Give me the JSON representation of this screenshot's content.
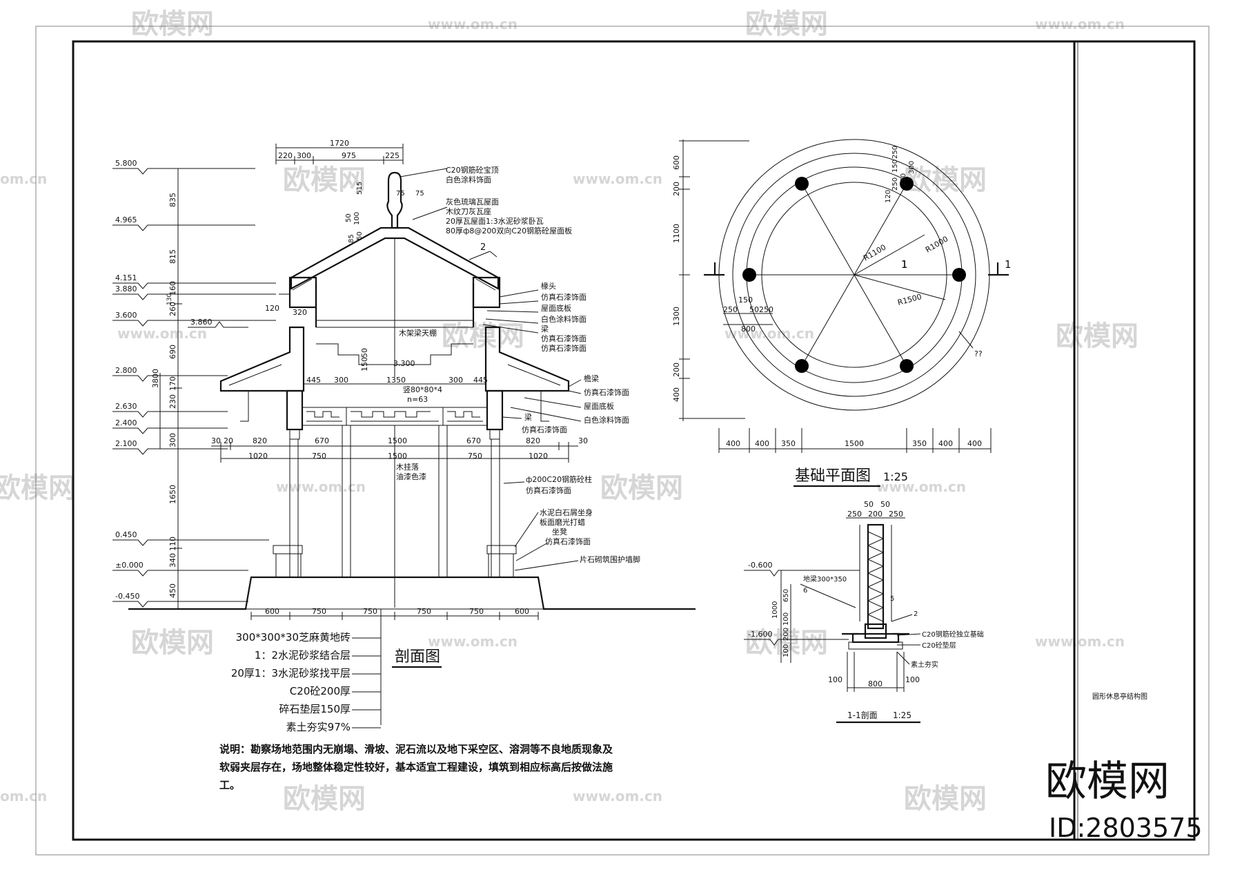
{
  "watermark": {
    "brand": "欧模网",
    "site": "www.om.cn",
    "short_site": "om.cn"
  },
  "section_view": {
    "caption": "剖面图",
    "elevation_labels": [
      "5.800",
      "4.965",
      "4.151",
      "3.880",
      "3.600",
      "3.860",
      "2.800",
      "2.630",
      "2.400",
      "2.100",
      "0.450",
      "±0.000",
      "-0.450"
    ],
    "left_dims": [
      "835",
      "815",
      "160",
      "130",
      "260",
      "690",
      "170",
      "230",
      "300",
      "1650",
      "110",
      "340",
      "450",
      "3800"
    ],
    "top_dims": [
      "1720",
      "220",
      "300",
      "975",
      "225"
    ],
    "finial_dims": [
      "75",
      "75",
      "515",
      "50",
      "100",
      "85",
      "50"
    ],
    "mid_dims": [
      "120",
      "320",
      "445",
      "300",
      "1350",
      "300",
      "445",
      "150",
      "50",
      "3.300"
    ],
    "row_dims_1": [
      "30",
      "20",
      "820",
      "670",
      "1500",
      "670",
      "820",
      "30"
    ],
    "row_dims_2": [
      "1020",
      "750",
      "1500",
      "750",
      "1020"
    ],
    "bottom_dims": [
      "600",
      "750",
      "750",
      "750",
      "750",
      "600"
    ],
    "notes_top": [
      "C20钢筋砼宝顶",
      "白色涂料饰面",
      "灰色琉璃瓦屋面",
      "木纹刀灰瓦座",
      "20厚瓦屋面1:3水泥砂浆卧瓦",
      "80厚ф8@200双向C20钢筋砼屋面板"
    ],
    "section_mark": "2",
    "notes_right_upper": [
      "椽头",
      "仿真石漆饰面",
      "屋面底板",
      "白色涂料饰面",
      "梁",
      "仿真石漆饰面",
      "仿真石漆饰面"
    ],
    "notes_right_lower": [
      "檐梁",
      "仿真石漆饰面",
      "屋面底板",
      "白色涂料饰面",
      "梁",
      "仿真石漆饰面"
    ],
    "notes_center": [
      "木架梁天棚",
      "木挂落",
      "油漆色漆",
      "竖80*80*4",
      "n=63"
    ],
    "notes_column": [
      "ф200C20钢筋砼柱",
      "仿真石漆饰面"
    ],
    "notes_bench": [
      "水泥白石屑坐身",
      "板面磨光打蜡",
      "坐凳",
      "仿真石漆饰面",
      "片石砌筑围护墙脚"
    ],
    "floor_layers": [
      "300*300*30芝麻黄地砖",
      "1：2水泥砂浆结合层",
      "20厚1：3水泥砂浆找平层",
      "C20砼200厚",
      "碎石垫层150厚",
      "素土夯实97%"
    ]
  },
  "foundation_plan": {
    "caption": "基础平面图",
    "scale": "1:25",
    "radius_labels": [
      "R1100",
      "R1000",
      "R1500"
    ],
    "cut_mark": "1",
    "unknown_mark": "??",
    "left_dims": [
      "600",
      "200",
      "1100",
      "1300",
      "200",
      "400"
    ],
    "top_right_dims": [
      "250",
      "150",
      "250",
      "120",
      "250",
      "300"
    ],
    "inner_dims": [
      "250",
      "150",
      "50",
      "250",
      "800"
    ],
    "bottom_dims": [
      "400",
      "400",
      "350",
      "1500",
      "350",
      "400",
      "400"
    ]
  },
  "section_1_1": {
    "caption": "1-1剖面",
    "scale": "1:25",
    "top_dims": [
      "50",
      "50",
      "250",
      "200",
      "250"
    ],
    "elevations": [
      "-0.600",
      "-1.600"
    ],
    "left_dims": [
      "650",
      "1000",
      "100",
      "200",
      "100"
    ],
    "bottom_dims": [
      "100",
      "800",
      "100"
    ],
    "labels": [
      "地梁300*350",
      "6",
      "5",
      "2",
      "C20钢筋砼独立基础",
      "C20砼垫层",
      "素土夯实"
    ]
  },
  "general_note": "说明：勘察场地范围内无崩塌、滑坡、泥石流以及地下采空区、溶洞等不良地质现象及软弱夹层存在，场地整体稳定性较好，基本适宜工程建设，填筑到相应标高后按做法施工。",
  "title_block": {
    "drawing_title": "圆形休息亭结构图",
    "logo_text": "欧模网",
    "id_label": "ID:2803575"
  }
}
